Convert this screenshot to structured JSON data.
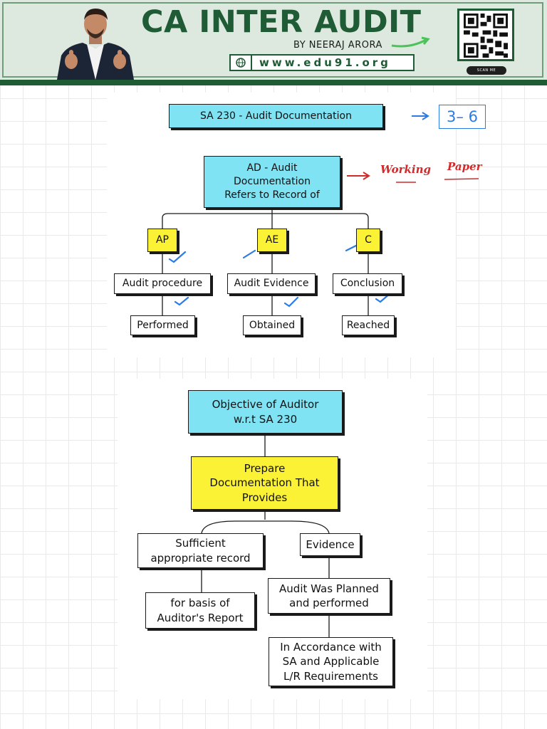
{
  "header": {
    "title": "CA INTER AUDIT",
    "byline": "BY NEERAJ ARORA",
    "website": "www.edu91.org",
    "scan_label": "SCAN ME",
    "brand_color": "#1f5b34"
  },
  "section1": {
    "title": "SA 230 - Audit Documentation",
    "page_range": "3– 6",
    "main": "AD - Audit\nDocumentation\nRefers to Record of",
    "annotation_1": "Working",
    "annotation_2": "Paper",
    "branches": [
      {
        "code": "AP",
        "item": "Audit procedure",
        "result": "Performed"
      },
      {
        "code": "AE",
        "item": "Audit Evidence",
        "result": "Obtained"
      },
      {
        "code": "C",
        "item": "Conclusion",
        "result": "Reached"
      }
    ]
  },
  "section2": {
    "title": "Objective of Auditor\nw.r.t SA 230",
    "main": "Prepare\nDocumentation That\nProvides",
    "left": "Sufficient\nappropriate record",
    "left_child": "for basis of\nAuditor's Report",
    "right": "Evidence",
    "right_child": "Audit Was Planned\nand performed",
    "right_grandchild": "In Accordance with\nSA and Applicable\nL/R Requirements"
  },
  "colors": {
    "cyan_box": "#7fe3f3",
    "yellow_box": "#fbf236",
    "annotation_red": "#d12a2a",
    "annotation_blue": "#2c7be5"
  }
}
